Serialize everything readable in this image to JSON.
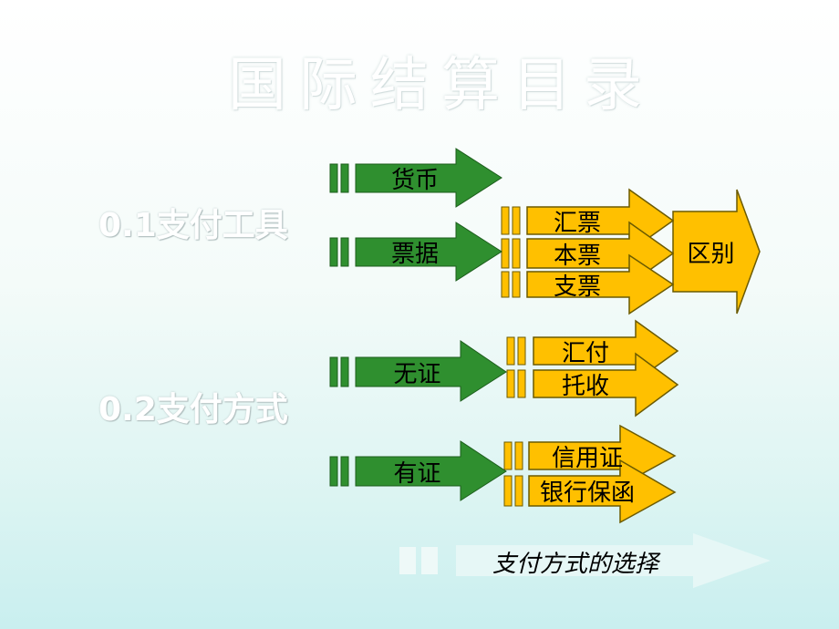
{
  "title": "国际结算目录",
  "sections": [
    {
      "label": "0.1支付工具"
    },
    {
      "label": "0.2支付方式"
    }
  ],
  "instruments": {
    "cash": "货币",
    "bills": "票据",
    "bill_types": [
      "汇票",
      "本票",
      "支票"
    ],
    "difference": "区别"
  },
  "methods": {
    "non_documentary": "无证",
    "non_documentary_types": [
      "汇付",
      "托收"
    ],
    "documentary": "有证",
    "documentary_types": [
      "信用证",
      "银行保函"
    ]
  },
  "footer_label": "支付方式的选择",
  "colors": {
    "green_arrow": "#2f8f2f",
    "yellow_arrow": "#ffc000",
    "title_text": "#ffffff"
  }
}
